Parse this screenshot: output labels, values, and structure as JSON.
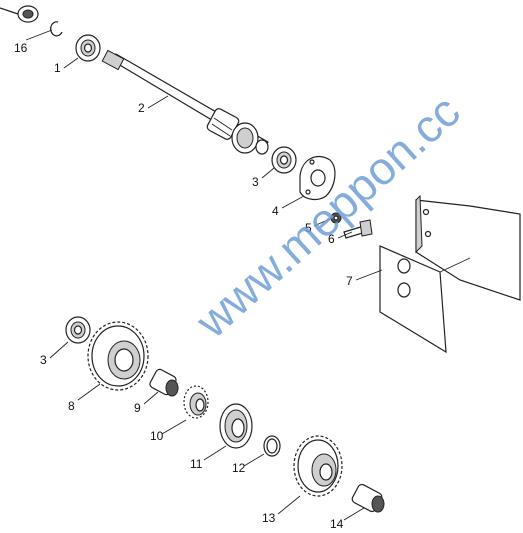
{
  "watermark": "www.meppon.cc",
  "callouts": {
    "c16": "16",
    "c1": "1",
    "c2": "2",
    "c3a": "3",
    "c4": "4",
    "c5": "5",
    "c6": "6",
    "c7": "7",
    "c3b": "3",
    "c8": "8",
    "c9": "9",
    "c10": "10",
    "c11": "11",
    "c12": "12",
    "c13": "13",
    "c14": "14"
  }
}
